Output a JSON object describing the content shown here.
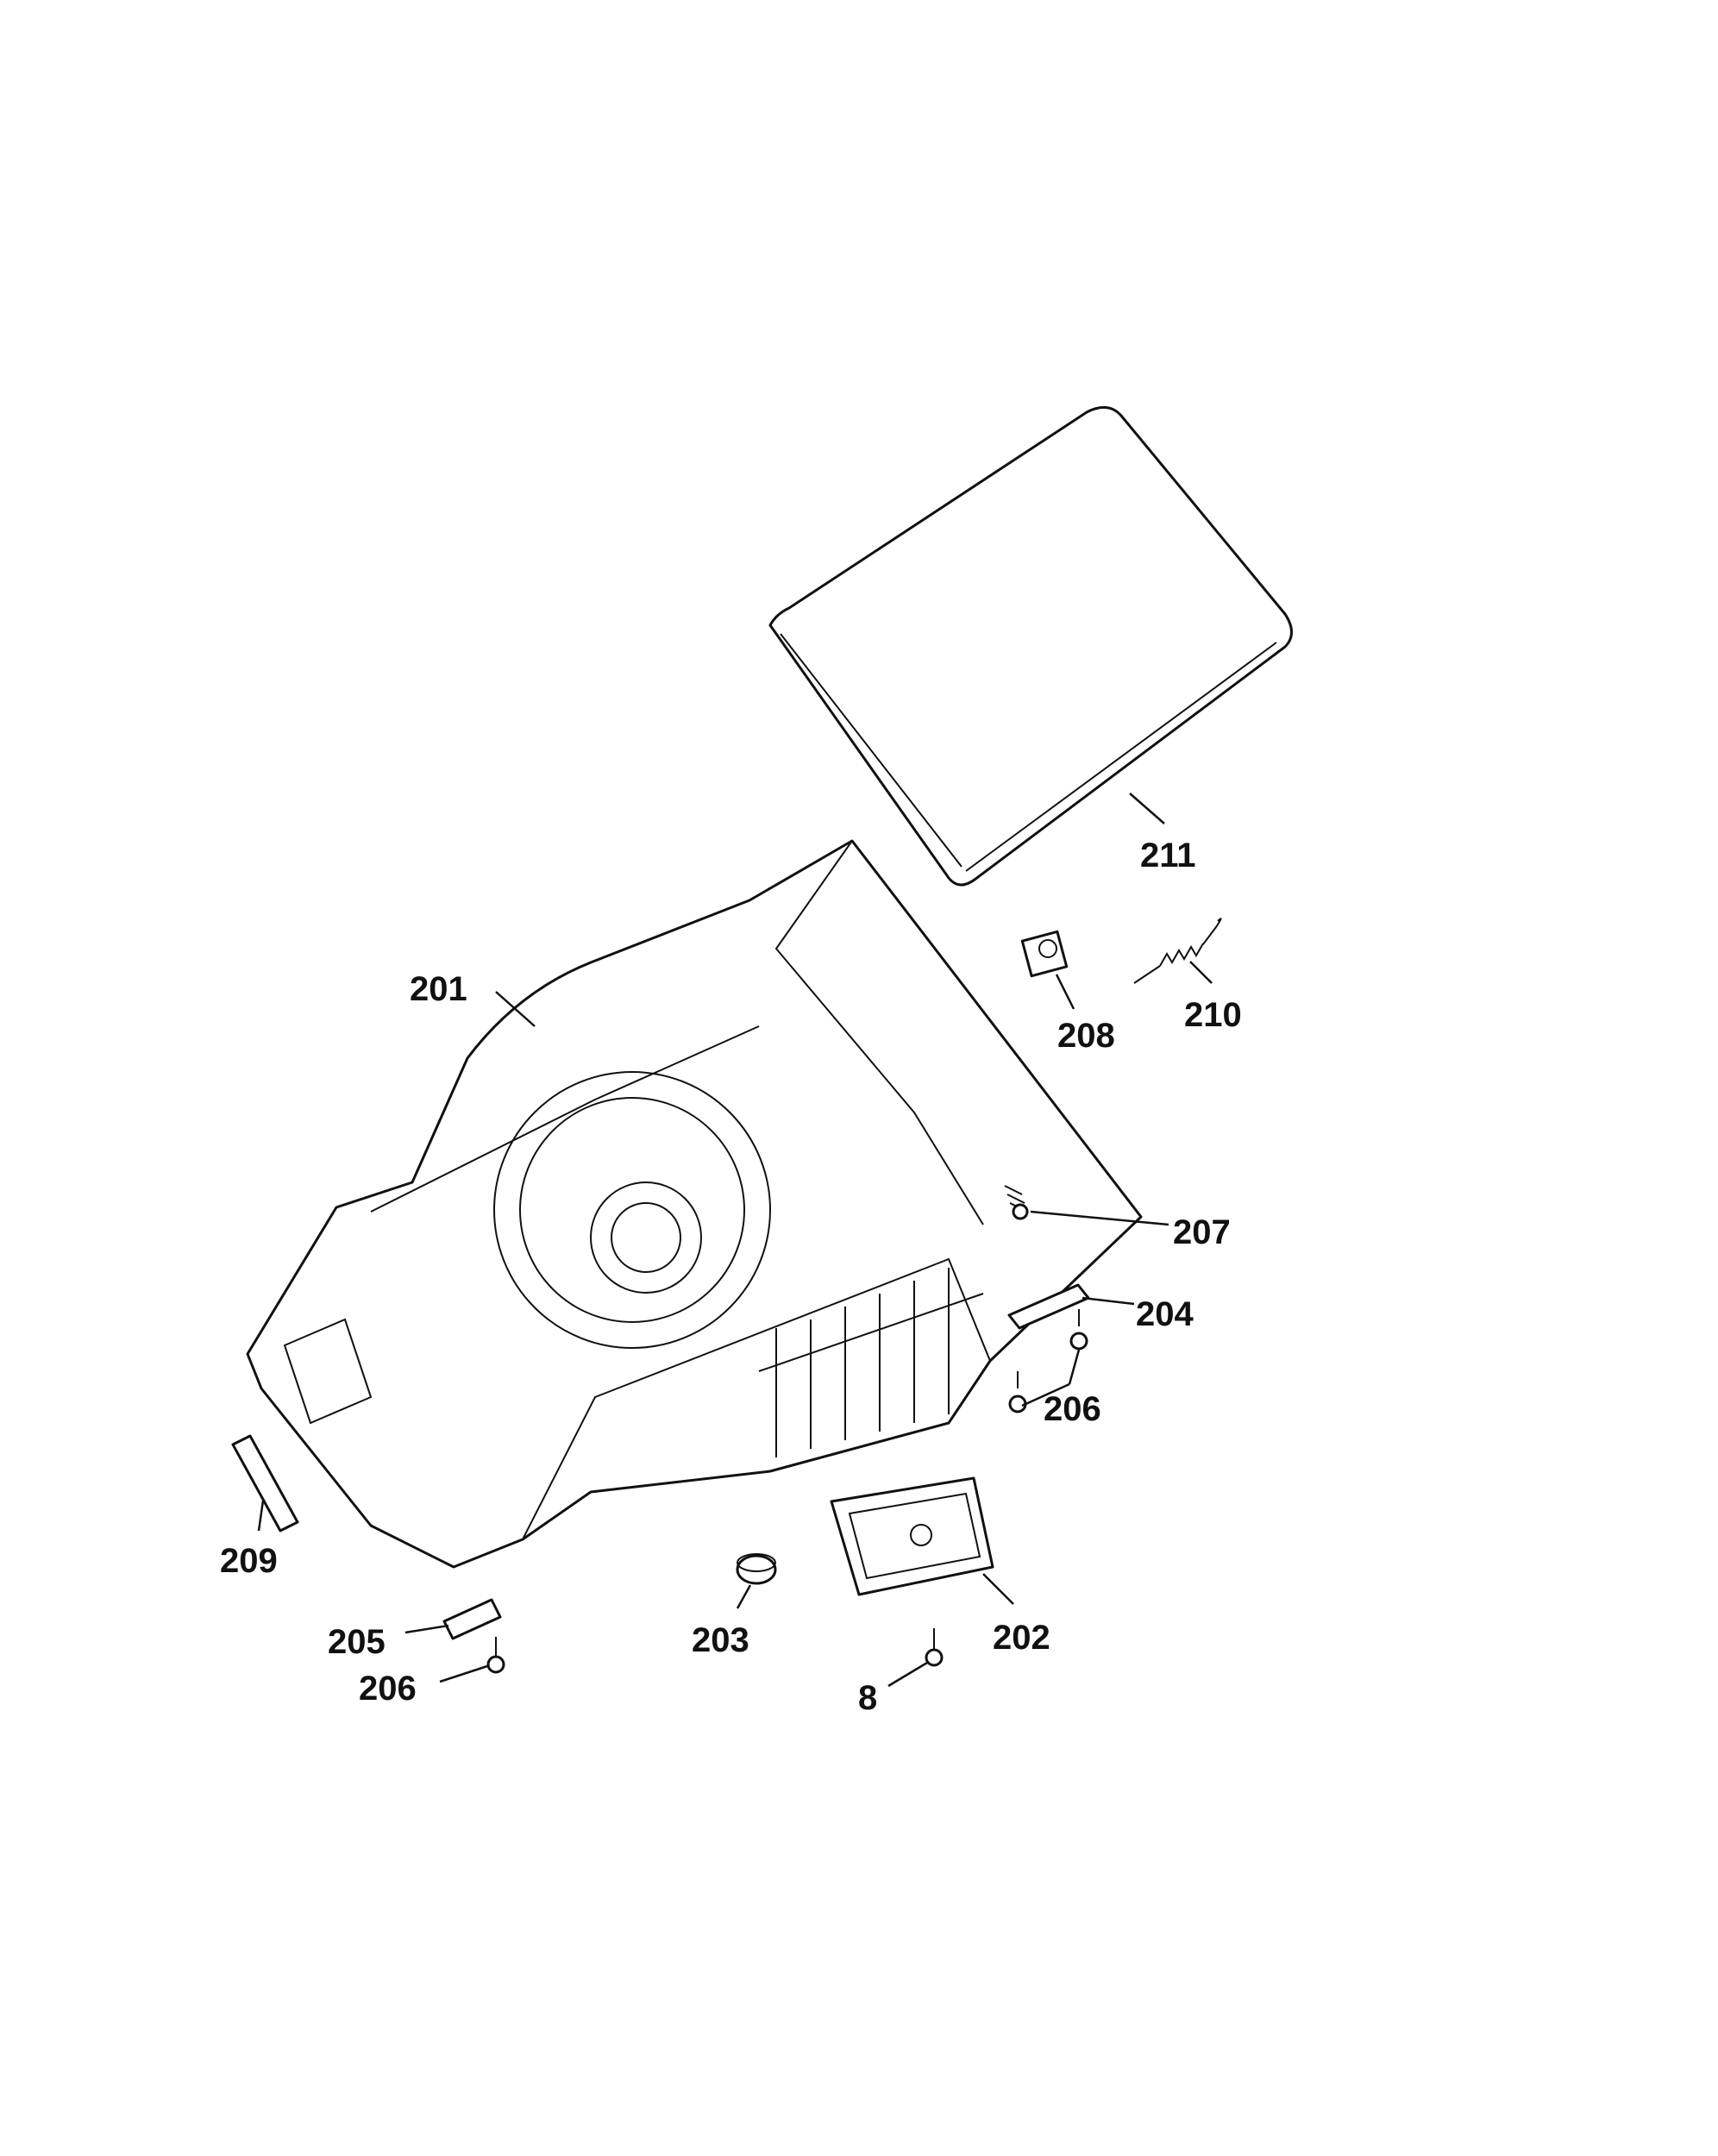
{
  "diagram": {
    "type": "exploded parts diagram",
    "colors": {
      "ink": "#111111",
      "background": "#ffffff"
    },
    "labels": {
      "p211": "211",
      "p201": "201",
      "p208": "208",
      "p210": "210",
      "p207": "207",
      "p204": "204",
      "p206a": "206",
      "p209": "209",
      "p205": "205",
      "p206b": "206",
      "p203": "203",
      "p202": "202",
      "p8": "8"
    }
  }
}
